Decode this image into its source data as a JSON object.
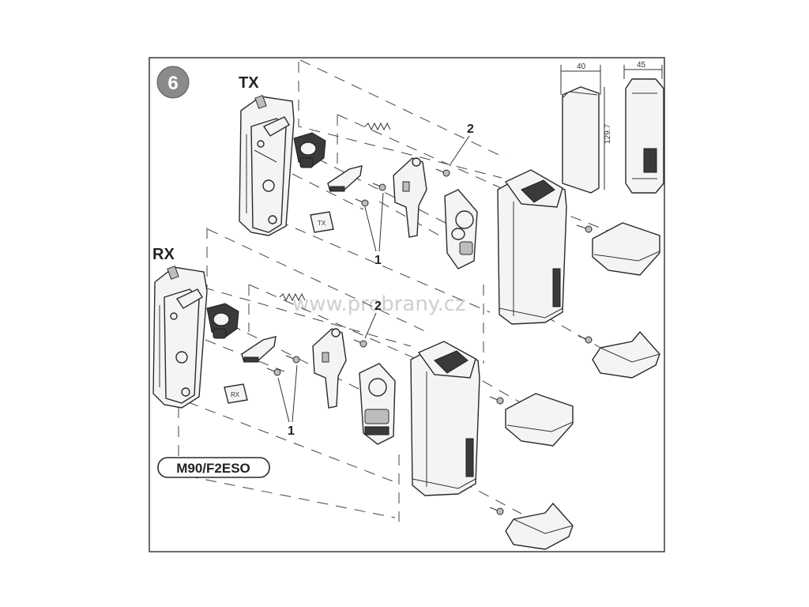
{
  "figure": {
    "step_badge": "6",
    "transmitter_label": "TX",
    "receiver_label": "RX",
    "model_label": "M90/F2ESO",
    "callout_screw_small": "2",
    "callout_screw_pair": "1",
    "sticker_tx": "TX",
    "sticker_rx": "RX",
    "watermark": "www.probrany.cz"
  },
  "dimensions": {
    "width_front": "40",
    "width_side": "45",
    "height": "129.7"
  },
  "colors": {
    "frame": "#3a3a3a",
    "badge_fill": "#8a8a8a",
    "part_fill": "#f4f4f4",
    "outline": "#2a2a2a"
  },
  "icons": {
    "brand_logo": "came-logo"
  }
}
